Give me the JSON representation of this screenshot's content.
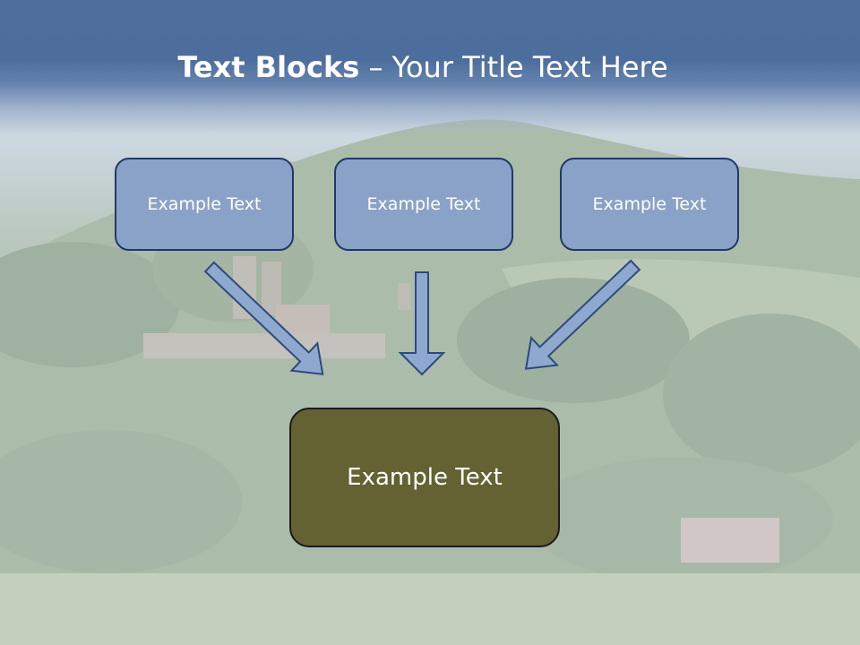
{
  "title": {
    "bold": "Text Blocks",
    "separator": " – ",
    "rest": "Your Title Text Here"
  },
  "boxes": {
    "left": "Example Text",
    "center": "Example Text",
    "right": "Example Text",
    "main": "Example Text"
  },
  "colors": {
    "title_bar": "#4e6f9e",
    "small_box_fill": "#8aa2c8",
    "small_box_border": "#1f3a66",
    "main_box_fill": "#646233",
    "arrow_fill": "#8fa8cf",
    "arrow_stroke": "#2d4b78"
  }
}
